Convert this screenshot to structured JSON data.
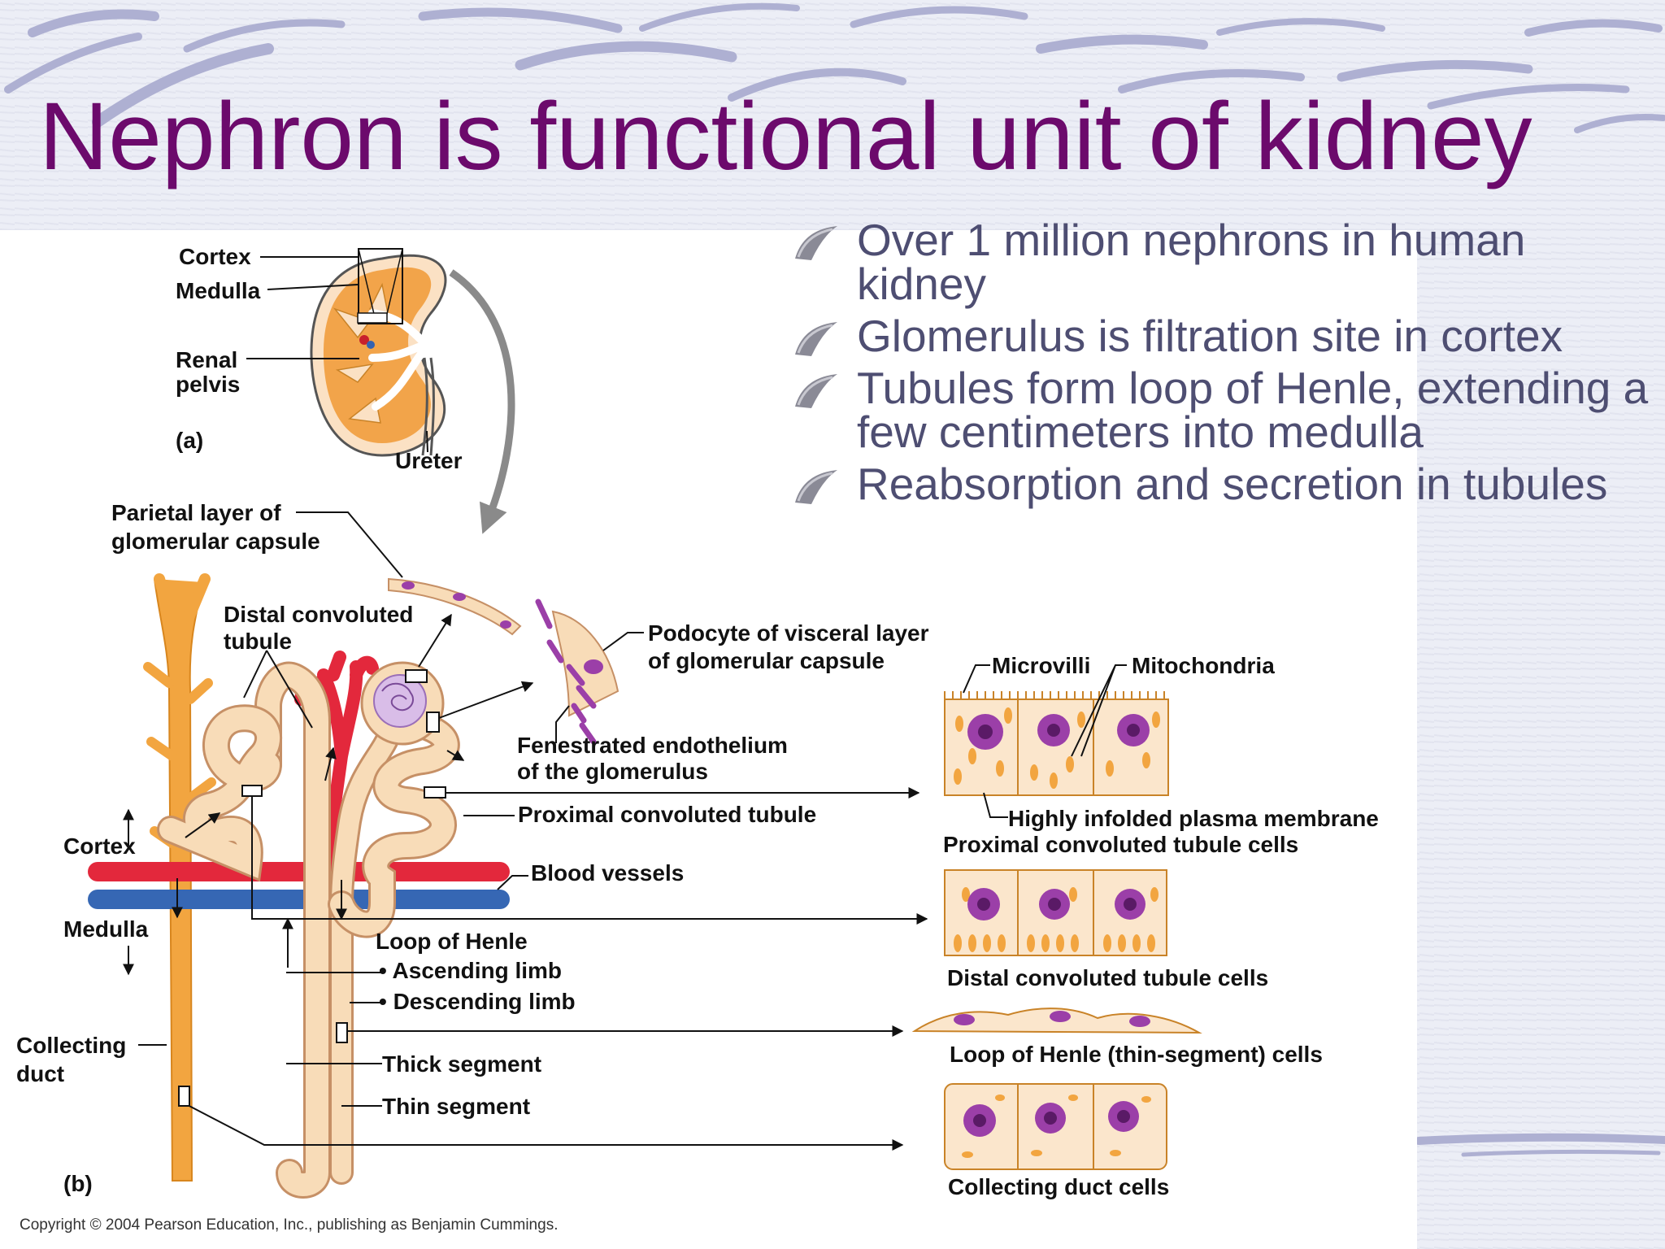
{
  "slide": {
    "title": "Nephron is functional unit of kidney",
    "bullets": [
      "Over 1 million nephrons in human kidney",
      "Glomerulus is filtration site in cortex",
      "Tubules form loop of Henle, extending a few centimeters into medulla",
      "Reabsorption and secretion in tubules"
    ]
  },
  "diagram": {
    "panel_a": {
      "cortex": "Cortex",
      "medulla": "Medulla",
      "renal_pelvis_1": "Renal",
      "renal_pelvis_2": "pelvis",
      "ureter": "Ureter",
      "panel_label": "(a)"
    },
    "panel_b": {
      "parietal_1": "Parietal layer of",
      "parietal_2": "glomerular capsule",
      "dct_1": "Distal convoluted",
      "dct_2": "tubule",
      "podocyte_1": "Podocyte of visceral layer",
      "podocyte_2": "of glomerular capsule",
      "fenestrated_1": "Fenestrated endothelium",
      "fenestrated_2": "of the glomerulus",
      "pct": "Proximal convoluted tubule",
      "blood_vessels": "Blood vessels",
      "cortex": "Cortex",
      "medulla": "Medulla",
      "loop": "Loop of Henle",
      "ascending": "• Ascending limb",
      "descending": "• Descending limb",
      "collecting_1": "Collecting",
      "collecting_2": "duct",
      "thick": "Thick segment",
      "thin": "Thin segment",
      "panel_label": "(b)"
    },
    "cells": {
      "microvilli": "Microvilli",
      "mitochondria": "Mitochondria",
      "infolded": "Highly infolded plasma membrane",
      "pct_cells": "Proximal convoluted tubule cells",
      "dct_cells": "Distal convoluted tubule cells",
      "loop_cells": "Loop of Henle (thin-segment) cells",
      "cd_cells": "Collecting duct cells"
    },
    "copyright": "Copyright © 2004 Pearson Education, Inc., publishing as Benjamin Cummings."
  },
  "colors": {
    "title": "#6c0a6c",
    "bullet_text": "#4e4e72",
    "tubule_fill": "#f8dcb8",
    "collecting_duct": "#f2a540",
    "artery": "#e3283c",
    "vein": "#3667b4",
    "nucleus": "#9b3fa8",
    "swirl": "#aeb0d2"
  }
}
